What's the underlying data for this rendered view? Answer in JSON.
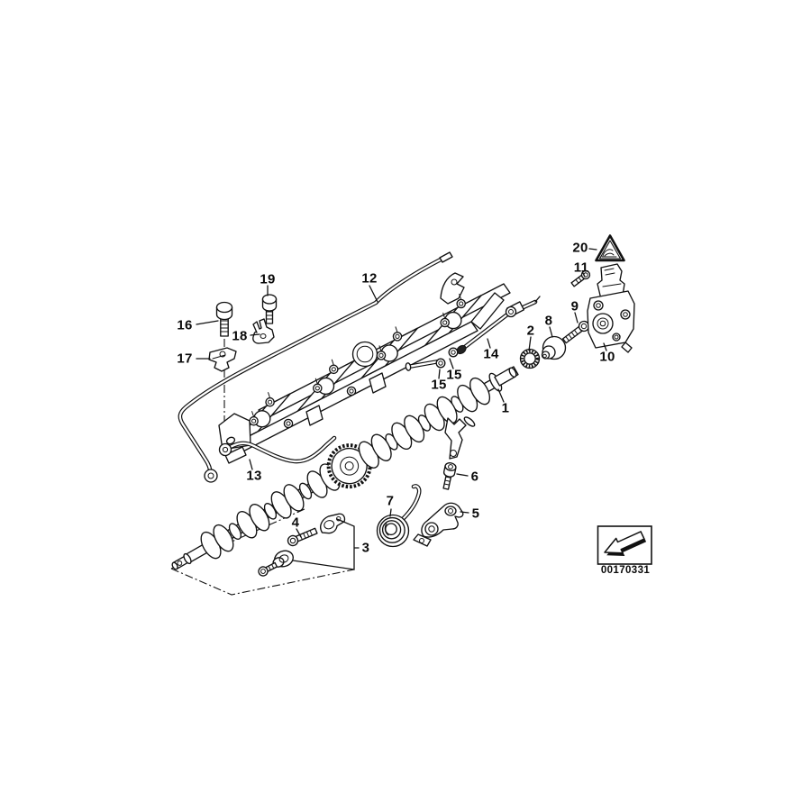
{
  "diagram": {
    "code": "00170331",
    "description_hint": "exploded parts line drawing",
    "colors": {
      "line": "#111111",
      "background": "#ffffff"
    }
  },
  "icons": {
    "warning_triangle": "△",
    "direction_arrow": "↙"
  },
  "callouts": [
    {
      "label": "1"
    },
    {
      "label": "2"
    },
    {
      "label": "3"
    },
    {
      "label": "4"
    },
    {
      "label": "5"
    },
    {
      "label": "6"
    },
    {
      "label": "7"
    },
    {
      "label": "8"
    },
    {
      "label": "9"
    },
    {
      "label": "10"
    },
    {
      "label": "11"
    },
    {
      "label": "12"
    },
    {
      "label": "13"
    },
    {
      "label": "14"
    },
    {
      "label": "15"
    },
    {
      "label": "15"
    },
    {
      "label": "16"
    },
    {
      "label": "17"
    },
    {
      "label": "18"
    },
    {
      "label": "19"
    },
    {
      "label": "20"
    }
  ]
}
